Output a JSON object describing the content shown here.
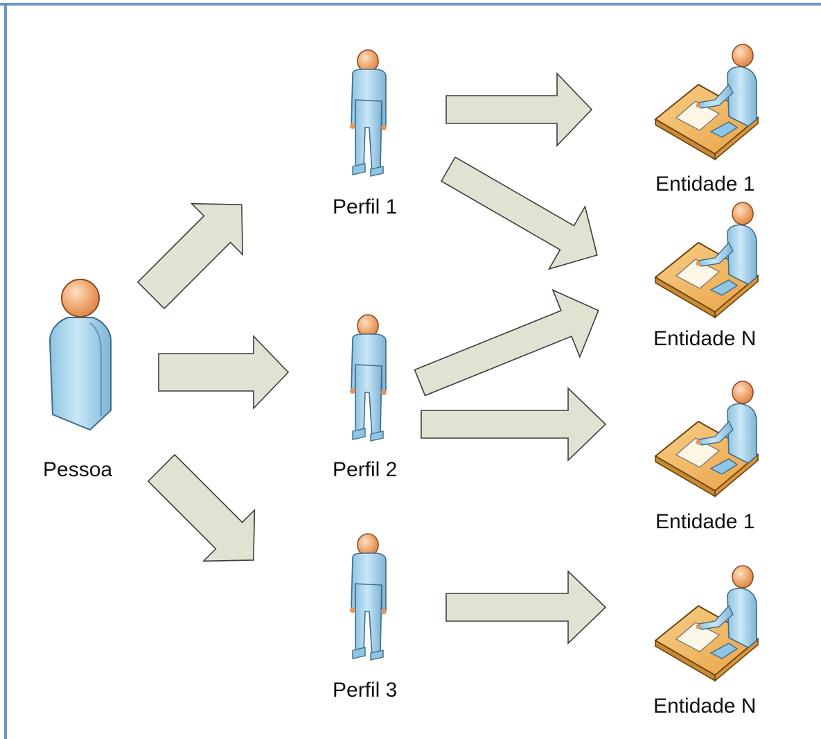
{
  "diagram": {
    "nodes": {
      "pessoa": {
        "label": "Pessoa",
        "icon": "person-bust-icon"
      },
      "perfil_1": {
        "label": "Perfil 1",
        "icon": "person-standing-icon"
      },
      "perfil_2": {
        "label": "Perfil 2",
        "icon": "person-standing-icon"
      },
      "perfil_3": {
        "label": "Perfil 3",
        "icon": "person-standing-icon"
      },
      "entidade_a1": {
        "label": "Entidade 1",
        "icon": "person-at-desk-icon"
      },
      "entidade_an": {
        "label": "Entidade N",
        "icon": "person-at-desk-icon"
      },
      "entidade_b1": {
        "label": "Entidade 1",
        "icon": "person-at-desk-icon"
      },
      "entidade_bn": {
        "label": "Entidade N",
        "icon": "person-at-desk-icon"
      }
    },
    "edges": [
      {
        "from": "pessoa",
        "to": "perfil_1"
      },
      {
        "from": "pessoa",
        "to": "perfil_2"
      },
      {
        "from": "pessoa",
        "to": "perfil_3"
      },
      {
        "from": "perfil_1",
        "to": "entidade_a1"
      },
      {
        "from": "perfil_1",
        "to": "entidade_an"
      },
      {
        "from": "perfil_2",
        "to": "entidade_an"
      },
      {
        "from": "perfil_2",
        "to": "entidade_b1"
      },
      {
        "from": "perfil_3",
        "to": "entidade_bn"
      }
    ]
  },
  "colors": {
    "border": "#6c96c8",
    "arrow_fill": "#e0e3d2",
    "arrow_stroke": "#3c3c3c",
    "skin": "#f0a46a",
    "body": "#a8d4ec",
    "desk": "#f2b35c"
  }
}
